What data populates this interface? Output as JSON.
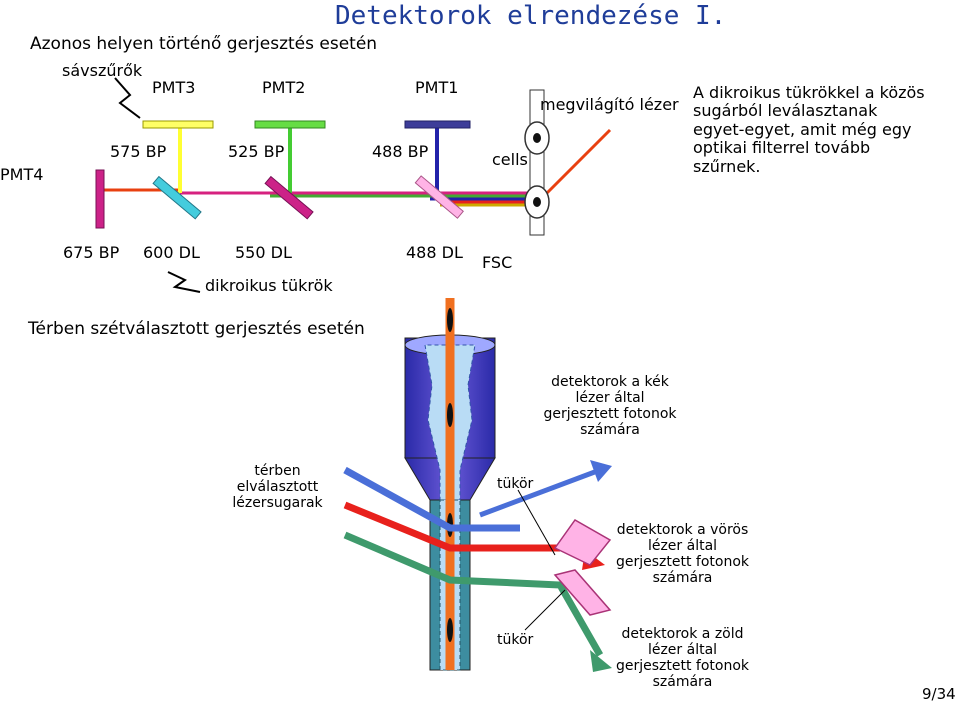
{
  "slide": {
    "title": "Detektorok elrendezése I.",
    "page": "9/34"
  },
  "top": {
    "heading": "Azonos helyen történő gerjesztés esetén",
    "filters_label": "sávszűrők",
    "pmt4": "PMT4",
    "pmt3": "PMT3",
    "pmt2": "PMT2",
    "pmt1": "PMT1",
    "bp575": "575 BP",
    "bp525": "525 BP",
    "bp488": "488 BP",
    "cells": "cells",
    "laser": "megvilágító lézer",
    "bp675": "675 BP",
    "dl600": "600 DL",
    "dl550": "550 DL",
    "dl488": "488 DL",
    "fsc": "FSC",
    "mirrors": "dikroikus tükrök",
    "explanation": "A dikroikus tükrökkel a közös sugárból leválasztanak egyet-egyet, amit még egy optikai filterrel tovább szűrnek."
  },
  "bottom": {
    "heading": "Térben szétválasztott gerjesztés esetén",
    "beams": "térben elválasztott lézersugarak",
    "mirror1": "tükör",
    "mirror2": "tükör",
    "det_blue": "detektorok a kék lézer által gerjesztett fotonok számára",
    "det_red": "detektorok a vörös lézer által gerjesztett fotonok számára",
    "det_green": "detektorok a zöld lézer által gerjesztett fotonok számára"
  },
  "colors": {
    "title": "#1f3d99",
    "blue_laser": "#4a6fd8",
    "red_laser": "#e8211c",
    "green_laser": "#3f9a6c",
    "yellow_filter": "#ffff66",
    "green_filter": "#66dd44",
    "navy_filter": "#3d3d99",
    "magenta_filter": "#cc2288",
    "cyan_mirror": "#44ccdd",
    "pink_mirror": "#ffb3e6",
    "orange_stream": "#f07020"
  }
}
